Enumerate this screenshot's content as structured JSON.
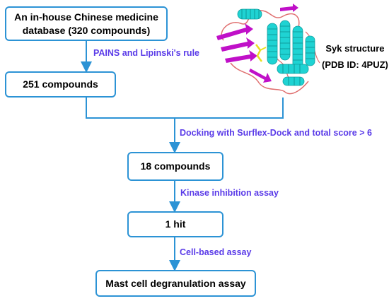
{
  "boxes": {
    "database_line1": "An in-house Chinese medicine",
    "database_line2": "database (320 compounds)",
    "step1": "251 compounds",
    "step2": "18 compounds",
    "step3": "1 hit",
    "step4": "Mast cell degranulation assay"
  },
  "steps": {
    "filter": "PAINS and Lipinski's rule",
    "docking": "Docking with Surflex-Dock and total score > 6",
    "kinase": "Kinase inhibition assay",
    "cell": "Cell-based assay"
  },
  "structure": {
    "title": "Syk structure",
    "pdb": "(PDB ID: 4PUZ)"
  },
  "colors": {
    "box_border": "#2c93d5",
    "arrow": "#2c93d5",
    "step_text": "#5a3be8",
    "helix": "#1fd3d3",
    "sheet": "#c010c8",
    "coil": "#e07070"
  }
}
